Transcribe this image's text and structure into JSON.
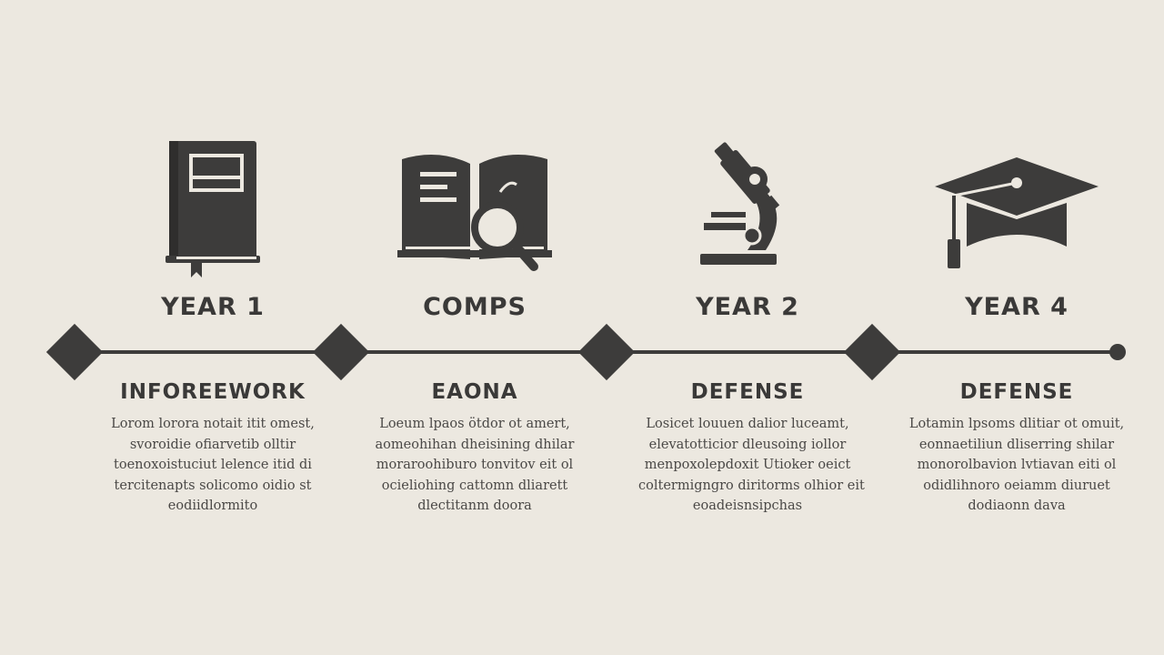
{
  "colors": {
    "background": "#ece8e0",
    "ink": "#3d3c3b"
  },
  "steps": [
    {
      "icon": "book-icon",
      "label": "YEAR 1",
      "title": "INFOREEWORK",
      "lines": [
        "Lorom lorora notait itit omest,",
        "svoroidie ofiarvetib olltir",
        "toenoxoistuciut lelence itid di",
        "tercitenapts solicomo oidio st",
        "eodiidlormito"
      ]
    },
    {
      "icon": "open-book-magnifier-icon",
      "label": "COMPS",
      "title": "EAONA",
      "lines": [
        "Loeum lpaos ötdor ot amert,",
        "aomeohihan dheisining dhilar",
        "moraroohiburo tonvitov eit ol",
        "ocieliohing cattomn dliarett",
        "dlectitanm doora"
      ]
    },
    {
      "icon": "microscope-icon",
      "label": "YEAR 2",
      "title": "DEFENSE",
      "lines": [
        "Losicet louuen dalior luceamt,",
        "elevatotticior dleusoing iollor",
        "menpoxolepdoxit Utioker oeict",
        "coltermigngro diritorms olhior eit",
        "eoadeisnsipchas"
      ]
    },
    {
      "icon": "graduation-cap-icon",
      "label": "YEAR 4",
      "title": "DEFENSE",
      "lines": [
        "Lotamin lpsoms dlitiar ot omuit,",
        "eonnaetiliun dliserring shilar",
        "monorolbavion lvtiavan eiti ol",
        "odidlihnoro oeiamm diuruet",
        "dodiaonn dava"
      ]
    }
  ]
}
